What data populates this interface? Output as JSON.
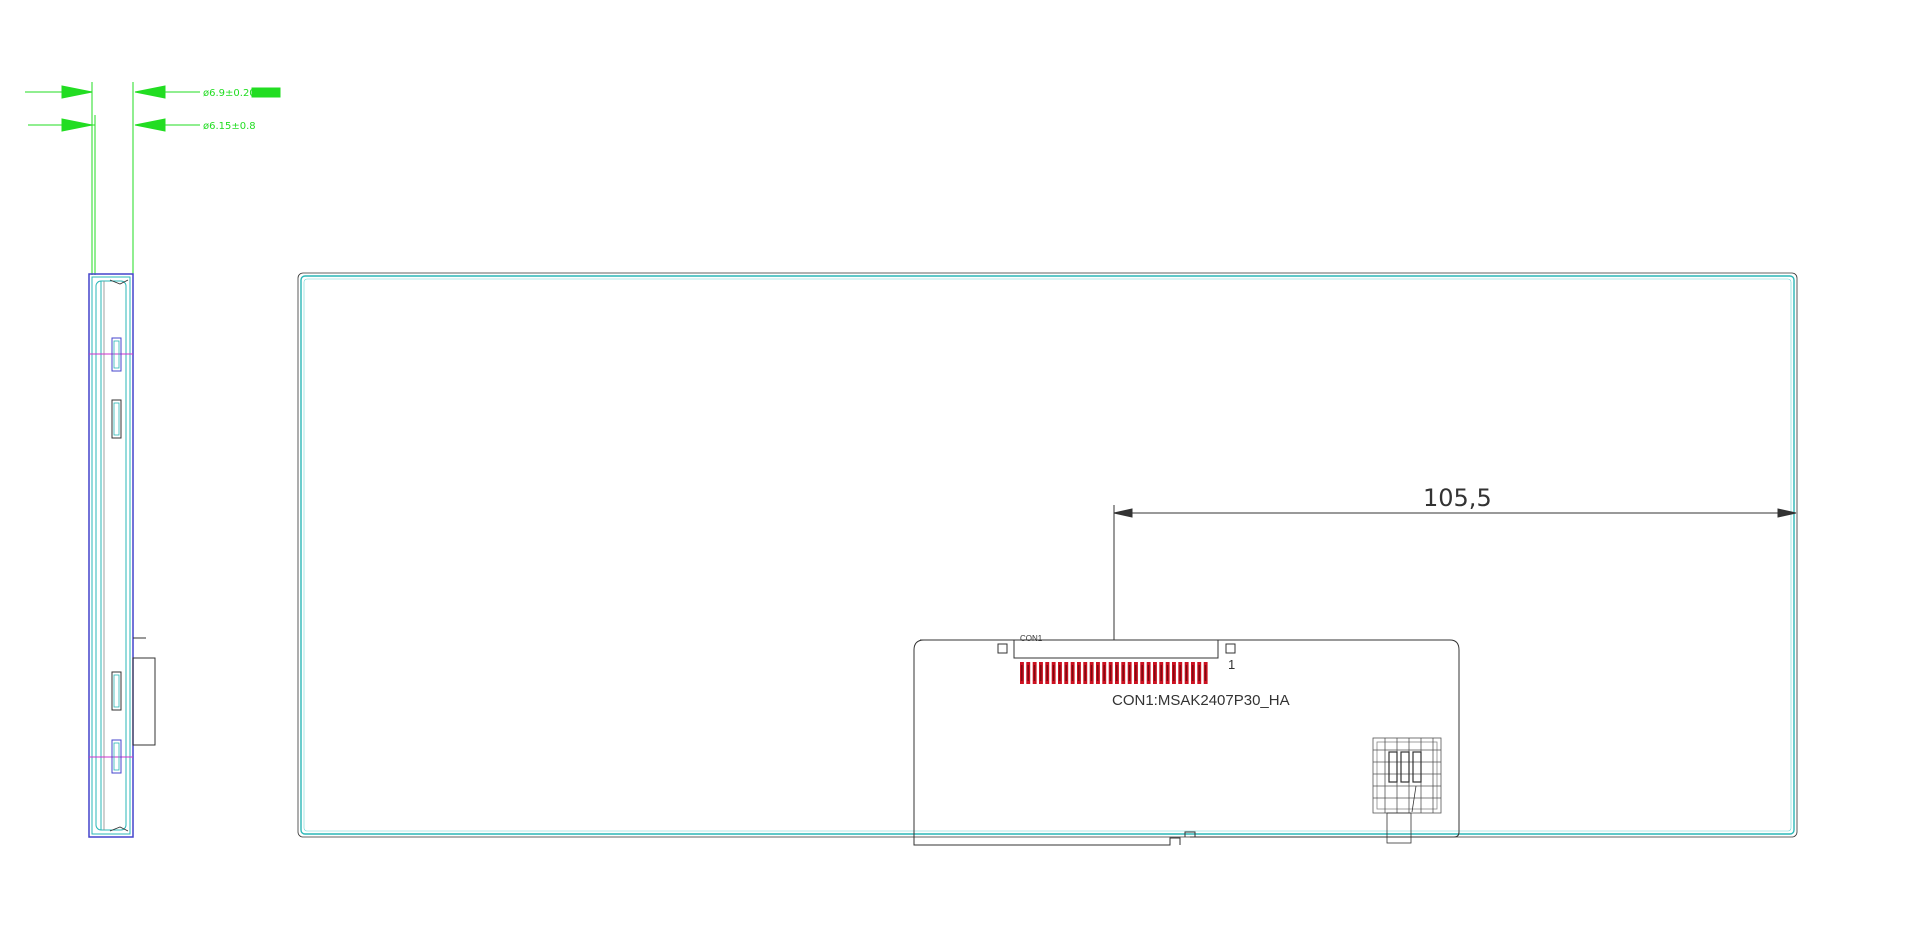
{
  "drawing": {
    "side_view": {
      "dim_top_text": "ø6.9±0.20",
      "dim_bottom_text": "ø6.15±0.8"
    },
    "front_view": {
      "dimension_value": "105,5",
      "connector_ref_small": "CON1",
      "pin_one_label": "1",
      "connector_label": "CON1:MSAK2407P30_HA"
    },
    "colors": {
      "outline": "#2ab7b7",
      "dimension_green": "#22dd22",
      "lines": "#333333",
      "pins": "#cc1020",
      "side_blue": "#4444cc",
      "magenta": "#cc33cc"
    }
  }
}
